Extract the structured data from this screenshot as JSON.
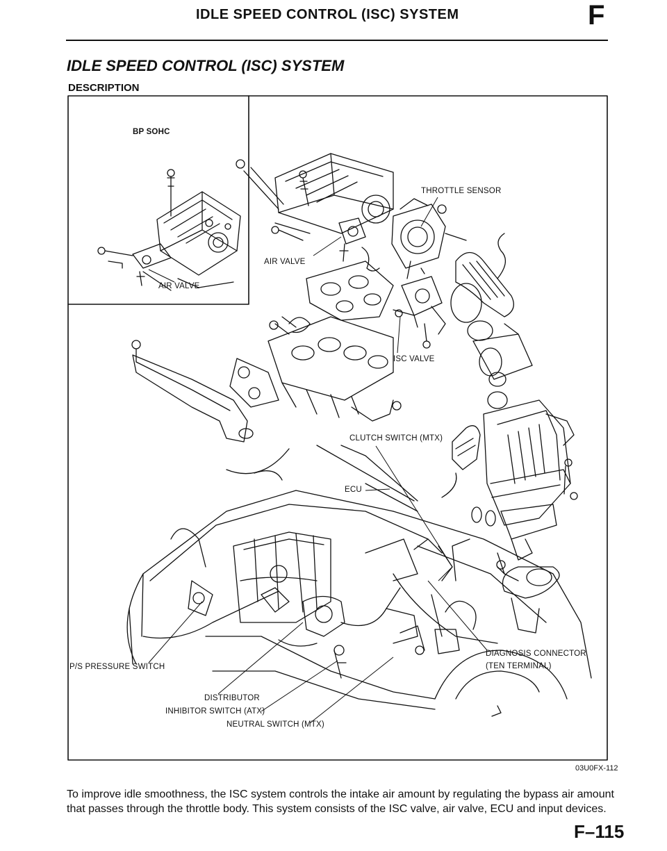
{
  "header": {
    "title": "IDLE SPEED CONTROL (ISC) SYSTEM",
    "section_letter": "F"
  },
  "section": {
    "title": "IDLE SPEED CONTROL (ISC) SYSTEM",
    "subtitle": "DESCRIPTION"
  },
  "figure": {
    "inset_title": "BP SOHC",
    "labels": {
      "air_valve_inset": "AIR VALVE",
      "air_valve": "AIR VALVE",
      "throttle_sensor": "THROTTLE SENSOR",
      "isc_valve": "ISC VALVE",
      "clutch_switch": "CLUTCH SWITCH (MTX)",
      "ecu": "ECU",
      "ps_pressure_switch": "P/S PRESSURE SWITCH",
      "diagnosis_connector_1": "DIAGNOSIS CONNECTOR",
      "diagnosis_connector_2": "(TEN TERMINAL)",
      "distributor": "DISTRIBUTOR",
      "inhibitor_switch": "INHIBITOR SWITCH (ATX)",
      "neutral_switch": "NEUTRAL SWITCH (MTX)"
    },
    "code": "03U0FX-112"
  },
  "body": {
    "line1": "To improve idle smoothness, the ISC system controls the intake air amount by regulating the bypass air amount",
    "line2": "that passes through the throttle body. This system consists of the ISC valve, air valve, ECU and input devices."
  },
  "footer": {
    "page_number": "F–115"
  }
}
